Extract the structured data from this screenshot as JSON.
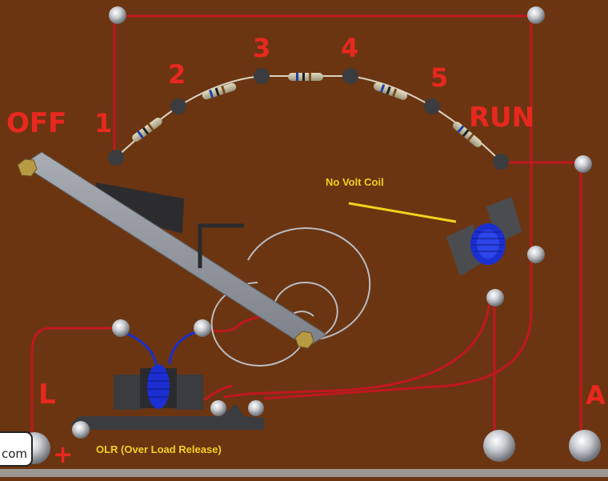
{
  "labels": {
    "off": "OFF",
    "run": "RUN",
    "step_1": "1",
    "step_2": "2",
    "step_3": "3",
    "step_4": "4",
    "step_5": "5",
    "terminal_l": "L",
    "terminal_a": "A",
    "plus": "+",
    "no_volt_coil": "No Volt Coil",
    "olr": "OLR (Over Load Release)",
    "watermark_fragment": "com"
  },
  "colors": {
    "board": "#6b3512",
    "wire_red": "#c0181c",
    "wire_yellow": "#f4d21c",
    "label_red": "#e8281e",
    "label_yellow": "#f5d020",
    "coil_blue": "#1b2fd0",
    "arm_gray": "#8f939b",
    "contact_dark": "#3a3c40"
  },
  "icons": [
    "terminal-screw-icon",
    "resistor-icon",
    "coil-icon",
    "spring-icon"
  ]
}
